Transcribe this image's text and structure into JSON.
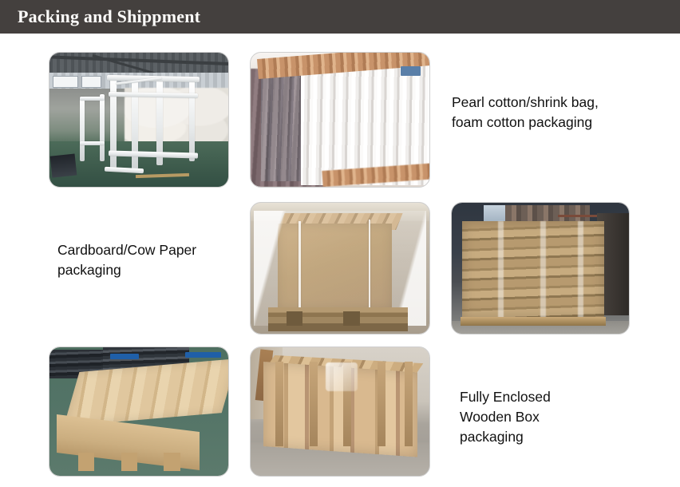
{
  "header": {
    "title": "Packing and Shippment",
    "background_color": "#44403E",
    "text_color": "#FDFCFA"
  },
  "gallery": {
    "rows": [
      {
        "row_index": 1,
        "photos": [
          {
            "id": "photo-metal-racks",
            "alt": "White steel A-frame racks stored in a factory workshop with green floor and bales of packing material",
            "column": "left"
          },
          {
            "id": "photo-shrink-wrapped-panels",
            "alt": "Glass panels individually shrink wrapped in white film with tan protective corner caps",
            "column": "middle"
          }
        ],
        "caption": {
          "id": "caption-pearl-cotton",
          "text": "Pearl cotton/shrink bag,\nfoam cotton packaging",
          "column": "right"
        }
      },
      {
        "row_index": 2,
        "caption": {
          "id": "caption-cardboard",
          "text": "Cardboard/Cow Paper\npackaging",
          "column": "left"
        },
        "photos": [
          {
            "id": "photo-cardboard-pallet",
            "alt": "Cardboard wrapped stack strapped onto a wooden pallet covered with clear plastic film",
            "column": "middle"
          },
          {
            "id": "photo-stacked-cartons",
            "alt": "Tall stack of brown cardboard cartons wrapped with stretch film in an outdoor yard",
            "column": "right"
          }
        ]
      },
      {
        "row_index": 3,
        "photos": [
          {
            "id": "photo-plywood-crate",
            "alt": "Light plywood crate assembled on a green factory floor with dark metal frames behind",
            "column": "left"
          },
          {
            "id": "photo-enclosed-wooden-crate",
            "alt": "Long fully enclosed wooden crate standing on a concrete floor",
            "column": "middle"
          }
        ],
        "caption": {
          "id": "caption-wooden-box",
          "text": "Fully Enclosed\nWooden Box\npackaging",
          "column": "right"
        }
      }
    ],
    "caption_text_color": "#111111",
    "photo_border_color": "#CFCFCF"
  }
}
